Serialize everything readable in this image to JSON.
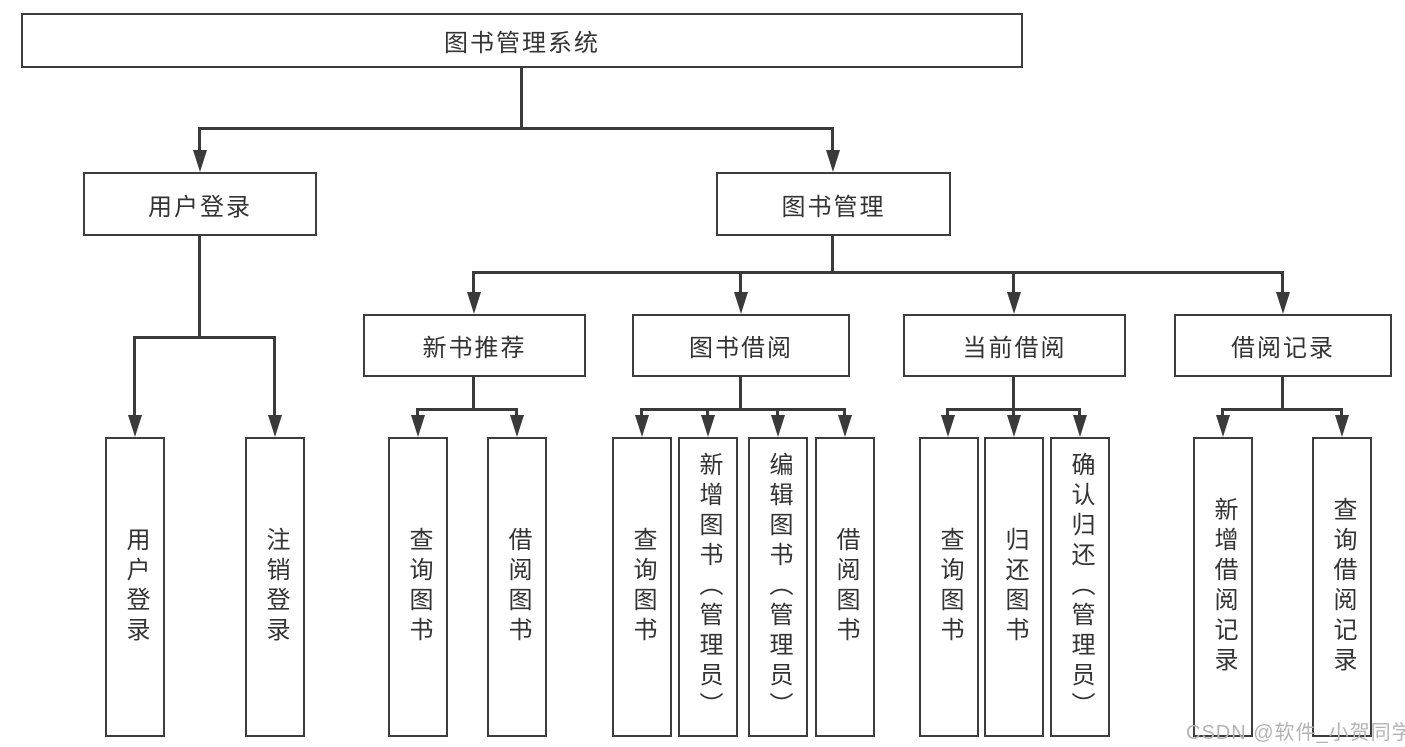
{
  "diagram": {
    "title": "图书管理系统",
    "branches": [
      {
        "label": "用户登录",
        "children": [
          {
            "label": "用户登录"
          },
          {
            "label": "注销登录"
          }
        ]
      },
      {
        "label": "图书管理",
        "children": [
          {
            "label": "新书推荐",
            "children": [
              {
                "label": "查询图书"
              },
              {
                "label": "借阅图书"
              }
            ]
          },
          {
            "label": "图书借阅",
            "children": [
              {
                "label": "查询图书"
              },
              {
                "label": "新增图书（管理员）"
              },
              {
                "label": "编辑图书（管理员）"
              },
              {
                "label": "借阅图书"
              }
            ]
          },
          {
            "label": "当前借阅",
            "children": [
              {
                "label": "查询图书"
              },
              {
                "label": "归还图书"
              },
              {
                "label": "确认归还（管理员）"
              }
            ]
          },
          {
            "label": "借阅记录",
            "children": [
              {
                "label": "新增借阅记录"
              },
              {
                "label": "查询借阅记录"
              }
            ]
          }
        ]
      }
    ]
  },
  "watermark": {
    "text": "CSDN @软件_小贺同学"
  },
  "colors": {
    "line": "#3a3a3a",
    "border": "#3d3d3d",
    "text": "#333333",
    "watermark": "#b4b4b4",
    "background": "#ffffff"
  }
}
